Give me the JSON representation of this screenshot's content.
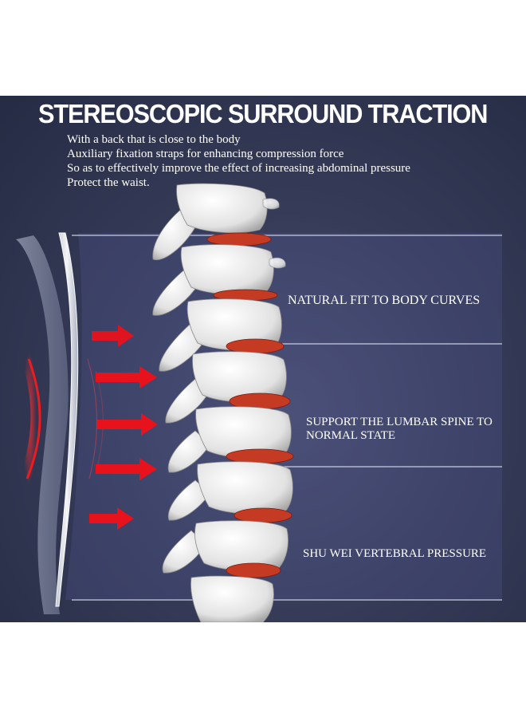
{
  "header": {
    "title": "STEREOSCOPIC SURROUND TRACTION",
    "lines": [
      "With a back that is close to the body",
      "Auxiliary fixation straps for enhancing compression force",
      "So as to effectively improve the effect of increasing abdominal pressure",
      "Protect the waist."
    ]
  },
  "callouts": [
    "NATURAL FIT TO BODY CURVES",
    "SUPPORT THE LUMBAR SPINE TO\nNORMAL STATE",
    "SHU WEI VERTEBRAL PRESSURE"
  ],
  "colors": {
    "panel_background": "#363c58",
    "arrow": "#e8121c",
    "disc": "#c43a22",
    "bone": "#e6e6e6",
    "brace": "#dfe2ea"
  },
  "icons": [
    "arrow-right-icon"
  ]
}
